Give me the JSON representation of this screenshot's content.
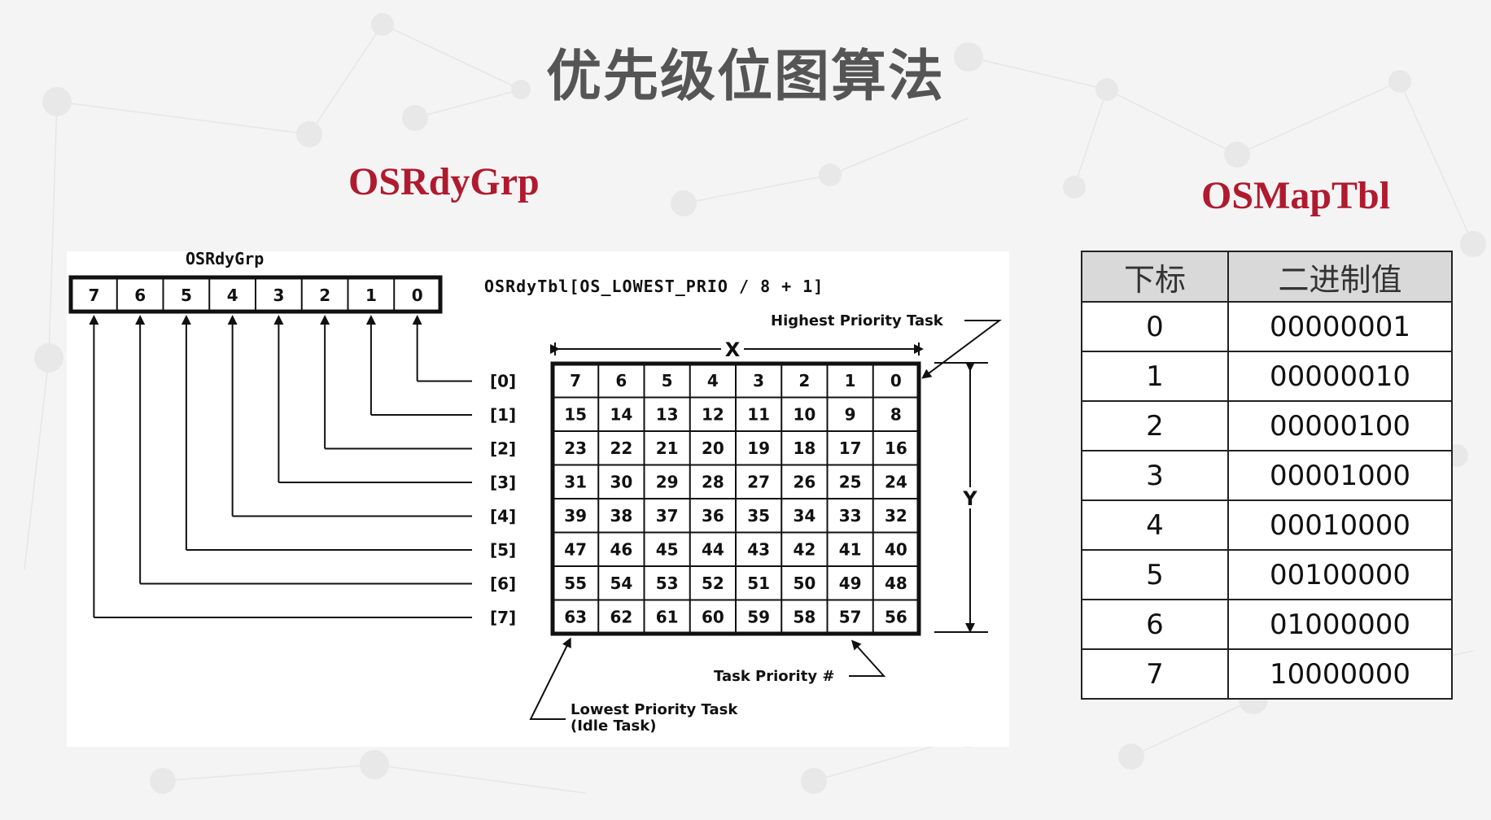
{
  "page_title": "优先级位图算法",
  "left_heading": "OSRdyGrp",
  "right_heading": "OSMapTbl",
  "diagram": {
    "grp_label": "OSRdyGrp",
    "grp_bits": [
      "7",
      "6",
      "5",
      "4",
      "3",
      "2",
      "1",
      "0"
    ],
    "tbl_label": "OSRdyTbl[OS_LOWEST_PRIO / 8 + 1]",
    "row_labels": [
      "[0]",
      "[1]",
      "[2]",
      "[3]",
      "[4]",
      "[5]",
      "[6]",
      "[7]"
    ],
    "grid": [
      [
        "7",
        "6",
        "5",
        "4",
        "3",
        "2",
        "1",
        "0"
      ],
      [
        "15",
        "14",
        "13",
        "12",
        "11",
        "10",
        "9",
        "8"
      ],
      [
        "23",
        "22",
        "21",
        "20",
        "19",
        "18",
        "17",
        "16"
      ],
      [
        "31",
        "30",
        "29",
        "28",
        "27",
        "26",
        "25",
        "24"
      ],
      [
        "39",
        "38",
        "37",
        "36",
        "35",
        "34",
        "33",
        "32"
      ],
      [
        "47",
        "46",
        "45",
        "44",
        "43",
        "42",
        "41",
        "40"
      ],
      [
        "55",
        "54",
        "53",
        "52",
        "51",
        "50",
        "49",
        "48"
      ],
      [
        "63",
        "62",
        "61",
        "60",
        "59",
        "58",
        "57",
        "56"
      ]
    ],
    "x_label": "X",
    "y_label": "Y",
    "highest_label": "Highest Priority Task",
    "task_priority_label": "Task Priority #",
    "lowest_label_1": "Lowest Priority Task",
    "lowest_label_2": "(Idle Task)"
  },
  "maptbl": {
    "headers": [
      "下标",
      "二进制值"
    ],
    "rows": [
      [
        "0",
        "00000001"
      ],
      [
        "1",
        "00000010"
      ],
      [
        "2",
        "00000100"
      ],
      [
        "3",
        "00001000"
      ],
      [
        "4",
        "00010000"
      ],
      [
        "5",
        "00100000"
      ],
      [
        "6",
        "01000000"
      ],
      [
        "7",
        "10000000"
      ]
    ]
  }
}
